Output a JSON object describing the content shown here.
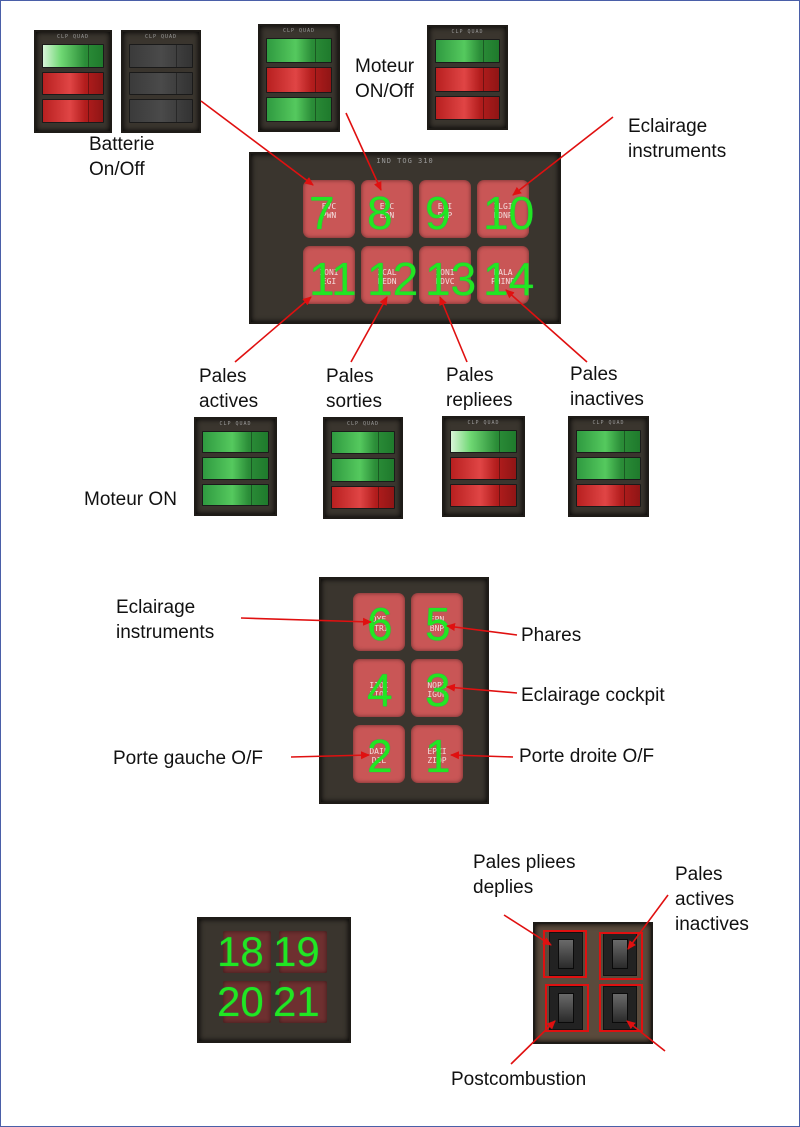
{
  "mini_panel_title": "CLP QUAD",
  "mini_panels": [
    {
      "id": "batterie-on",
      "states": [
        "bright",
        "red",
        "red"
      ]
    },
    {
      "id": "batterie-off",
      "states": [
        "dark",
        "dark",
        "dark"
      ]
    },
    {
      "id": "moteur-off-1",
      "states": [
        "green",
        "red",
        "green"
      ]
    },
    {
      "id": "moteur-off-2",
      "states": [
        "green",
        "red",
        "red"
      ]
    },
    {
      "id": "pales-actives",
      "states": [
        "green",
        "green",
        "green"
      ]
    },
    {
      "id": "pales-sorties",
      "states": [
        "green",
        "green",
        "red"
      ]
    },
    {
      "id": "pales-repliees",
      "states": [
        "bright",
        "red",
        "red"
      ]
    },
    {
      "id": "pales-inactives",
      "states": [
        "green",
        "green",
        "red"
      ]
    }
  ],
  "top_panel": {
    "title": "IND  TOG 310",
    "buttons": [
      {
        "num": "7",
        "code": "EVC\nPWN"
      },
      {
        "num": "8",
        "code": "EVC\nEDN"
      },
      {
        "num": "9",
        "code": "ELI\nBZP"
      },
      {
        "num": "10",
        "code": "ILGI\nEDNP"
      },
      {
        "num": "11",
        "code": "IONI\nEGI"
      },
      {
        "num": "12",
        "code": "ZCAL\nEEDN"
      },
      {
        "num": "13",
        "code": "IONI\nEDVC"
      },
      {
        "num": "14",
        "code": "PALA\nPHIND"
      }
    ]
  },
  "mid_panel": {
    "buttons": [
      {
        "num": "6",
        "code": "DYF\nSTRI"
      },
      {
        "num": "5",
        "code": "FPN\nBNP"
      },
      {
        "num": "4",
        "code": "IIOI\nIIOI"
      },
      {
        "num": "3",
        "code": "NOPI\nIGOF"
      },
      {
        "num": "2",
        "code": "DAIL\nDIL"
      },
      {
        "num": "1",
        "code": "EPZI\nZIOP"
      }
    ]
  },
  "bottom_panel": {
    "buttons": [
      {
        "num": "18"
      },
      {
        "num": "19"
      },
      {
        "num": "20"
      },
      {
        "num": "21"
      }
    ]
  },
  "labels": {
    "batterie": "Batterie\nOn/Off",
    "moteur_onoff": "Moteur\nON/Off",
    "eclairage_instruments_top": "Eclairage\ninstruments",
    "pales_actives": "Pales\nactives",
    "pales_sorties": "Pales\nsorties",
    "pales_repliees": "Pales\nrepliees",
    "pales_inactives": "Pales\ninactives",
    "moteur_on": "Moteur ON",
    "eclairage_instruments_mid": "Eclairage\ninstruments",
    "phares": "Phares",
    "eclairage_cockpit": "Eclairage cockpit",
    "porte_gauche": "Porte gauche O/F",
    "porte_droite": "Porte droite O/F",
    "pales_pliees": "Pales pliees\ndeplies",
    "pales_actives_inactives": "Pales\nactives\ninactives",
    "postcombustion": "Postcombustion"
  },
  "colors": {
    "number_green": "#22e622",
    "arrow_red": "#e01010",
    "button_red": "#c95656",
    "panel_dark": "#3a352e"
  }
}
